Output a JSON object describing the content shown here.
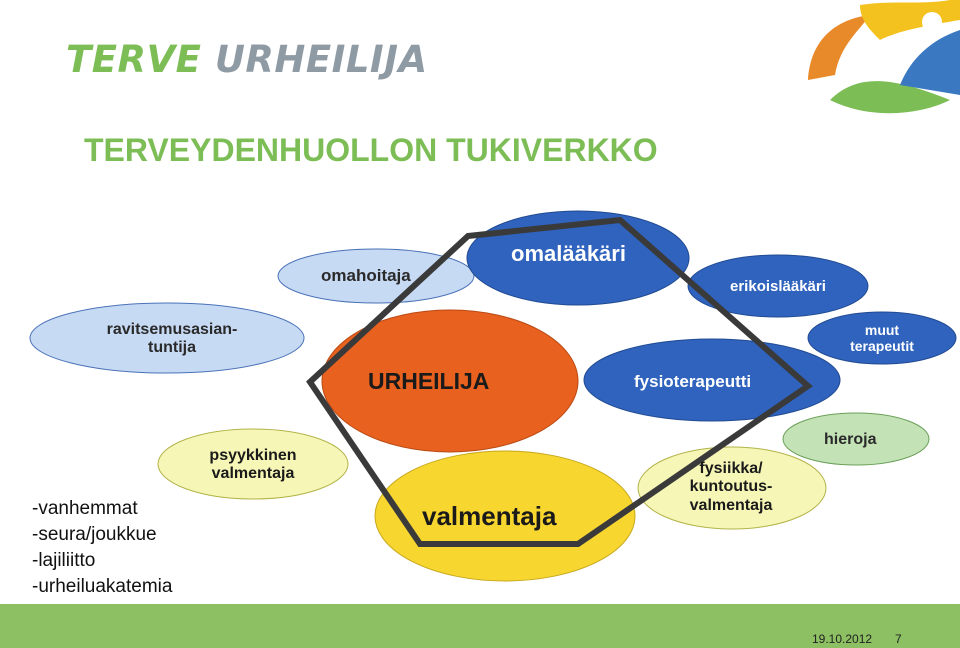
{
  "brand": {
    "word1": "TERVE",
    "word2": "URHEILIJA"
  },
  "title": "TERVEYDENHUOLLON TUKIVERKKO",
  "nodes": {
    "omahoitaja": "omahoitaja",
    "omalaakari": "omalääkäri",
    "erikoislaakari": "erikoislääkäri",
    "ravitsemus_line1": "ravitsemusasian-",
    "ravitsemus_line2": "tuntija",
    "urheilija": "URHEILIJA",
    "fysioterapeutti": "fysioterapeutti",
    "muut_line1": "muut",
    "muut_line2": "terapeutit",
    "hieroja": "hieroja",
    "psyykkinen_line1": "psyykkinen",
    "psyykkinen_line2": "valmentaja",
    "valmentaja": "valmentaja",
    "fysiikka_line1": "fysiikka/",
    "fysiikka_line2": "kuntoutus-",
    "fysiikka_line3": "valmentaja"
  },
  "side_list": [
    "-vanhemmat",
    "-seura/joukkue",
    "-lajiliitto",
    "-urheiluakatemia"
  ],
  "footer": {
    "date": "19.10.2012",
    "page": "7"
  },
  "colors": {
    "green": "#7cbd55",
    "gray": "#8e9aa4",
    "light_blue": "#c7daf4",
    "mid_blue": "#2f63bd",
    "orange": "#e8611f",
    "yellow": "#f7d630",
    "light_yellow": "#f6f6b6",
    "light_green": "#c3e2b6"
  }
}
